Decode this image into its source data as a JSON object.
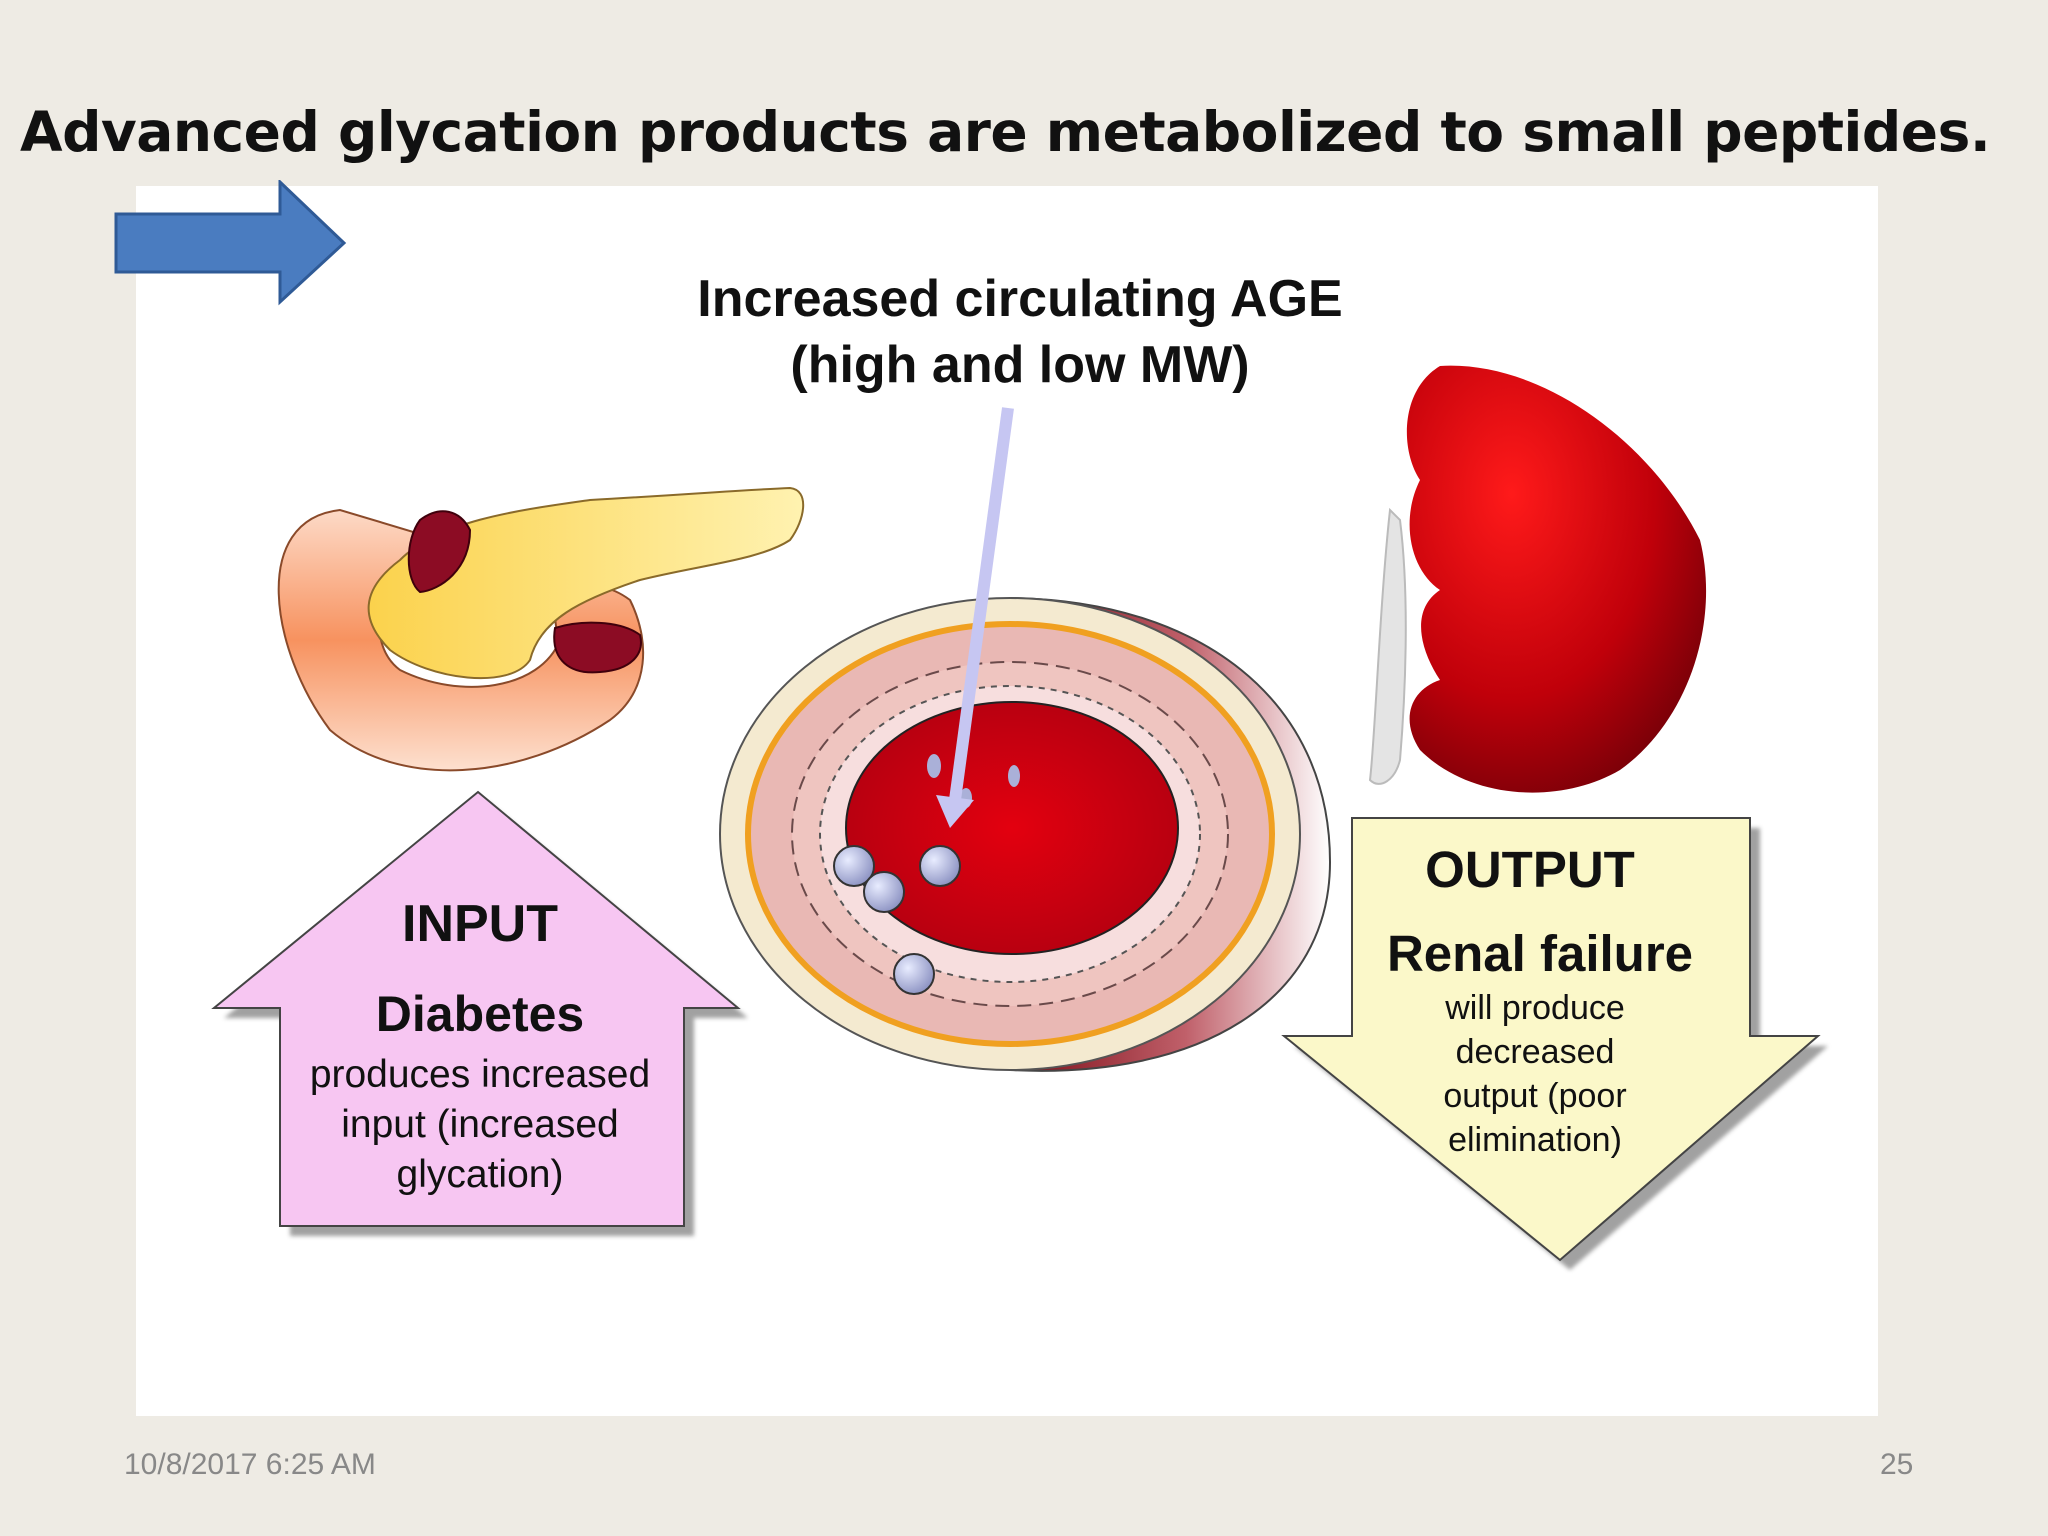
{
  "slide": {
    "title": "Advanced glycation products are metabolized to small peptides.",
    "date": "10/8/2017 6:25 AM",
    "page_number": "25"
  },
  "diagram": {
    "age_label_line1": "Increased circulating AGE",
    "age_label_line2": "(high and low MW)",
    "input": {
      "title": "INPUT",
      "subtitle": "Diabetes",
      "body": [
        "produces increased",
        "input (increased",
        "glycation)"
      ]
    },
    "output": {
      "title": "OUTPUT",
      "subtitle": "Renal failure",
      "body": [
        "will produce",
        "decreased",
        "output (poor",
        "elimination)"
      ]
    }
  },
  "colors": {
    "background": "#eeebe4",
    "nav_arrow": "#4a7cc0",
    "input_arrow": "#f7c6f2",
    "output_arrow": "#fbf8c9",
    "vessel_lumen": "#e3000f",
    "kidney": "#c4000a"
  }
}
